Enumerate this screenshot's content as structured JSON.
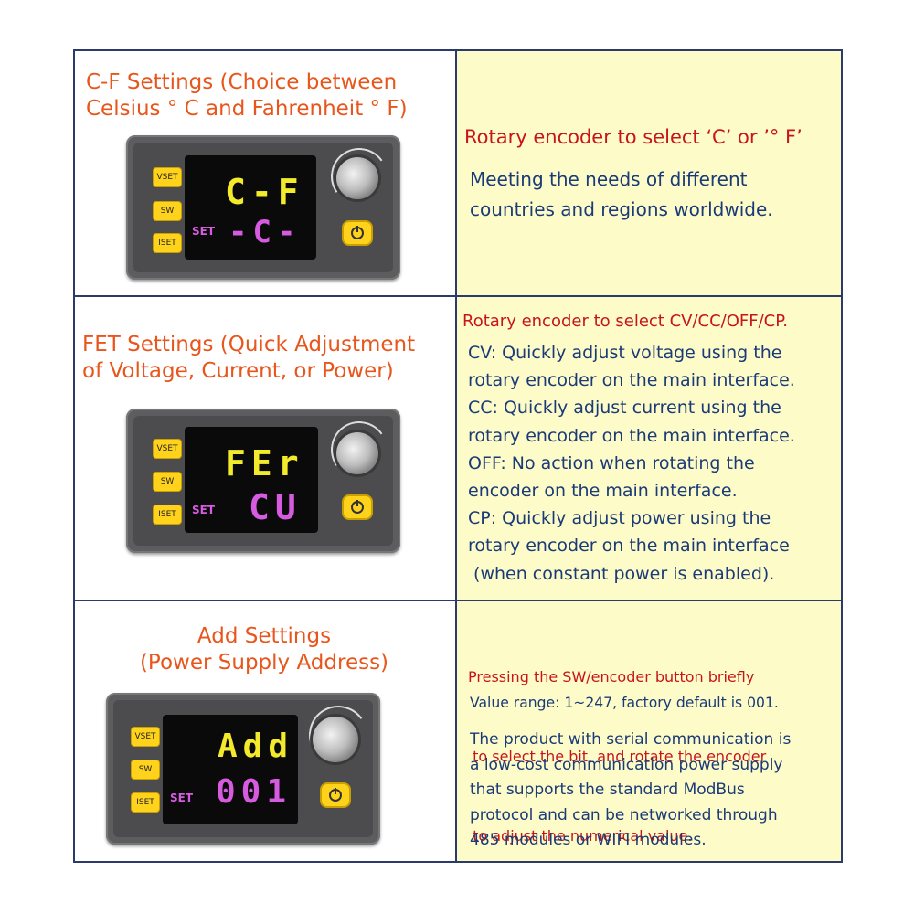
{
  "rows": [
    {
      "title_lines": [
        "C-F Settings (Choice between",
        "Celsius °  C and Fahrenheit °  F)"
      ],
      "device": {
        "buttons": [
          "VSET",
          "SW",
          "ISET"
        ],
        "set_label": "SET",
        "line1": "C-F",
        "line2": "-C-"
      },
      "heading": "Rotary encoder to select ‘C’ or ’°  F’",
      "body": [
        "Meeting the needs of different",
        "countries and regions worldwide."
      ]
    },
    {
      "title_lines": [
        "FET Settings (Quick Adjustment",
        "of Voltage, Current, or Power)"
      ],
      "device": {
        "buttons": [
          "VSET",
          "SW",
          "ISET"
        ],
        "set_label": "SET",
        "line1": "FEr",
        "line2": "CU"
      },
      "heading": "Rotary encoder to select CV/CC/OFF/CP.",
      "body": [
        "CV: Quickly adjust voltage using the",
        "rotary encoder on the main interface.",
        "CC: Quickly adjust current using the",
        "rotary encoder on the main interface.",
        "OFF: No action when rotating the",
        "encoder on the main interface.",
        "CP: Quickly adjust power using the",
        "rotary encoder on the main interface",
        " (when constant power is enabled)."
      ]
    },
    {
      "title_lines": [
        "Add Settings",
        "(Power Supply Address)"
      ],
      "device": {
        "buttons": [
          "VSET",
          "SW",
          "ISET"
        ],
        "set_label": "SET",
        "line1": "Add",
        "line2": "001"
      },
      "heading_lines": [
        "Pressing the SW/encoder button briefly",
        " to select the bit, and rotate the encoder",
        " to adjust the numerical value."
      ],
      "range": "Value range: 1~247, factory default is 001.",
      "body": [
        "The product with serial communication is",
        "a low-cost communication power supply",
        "that supports the standard ModBus",
        "protocol and can be networked through",
        "485 modules or WIFI modules."
      ]
    }
  ]
}
